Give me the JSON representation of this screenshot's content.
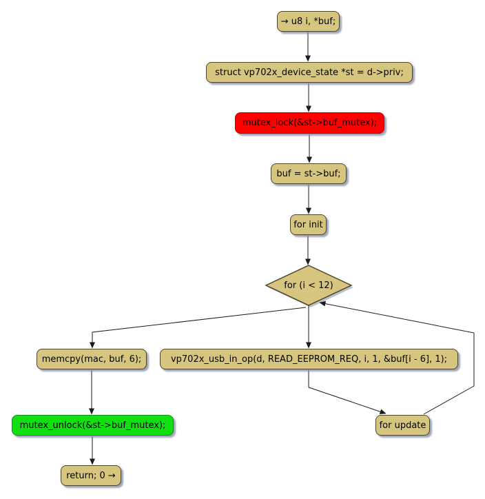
{
  "diagram": {
    "type": "flowchart",
    "background": "#ffffff",
    "colors": {
      "node_fill": "#d6c57e",
      "node_border": "#4d452a",
      "lock_node_fill": "#ff0000",
      "unlock_node_fill": "#12df12",
      "edge": "#1a1a1a",
      "text": "#000000",
      "shadow": "#7d87a2"
    },
    "nodes": {
      "start": {
        "label": "→ u8 i, *buf;",
        "shape": "rect",
        "fill": "#d6c57e"
      },
      "declare": {
        "label": "struct vp702x_device_state *st = d->priv;",
        "shape": "rect",
        "fill": "#d6c57e"
      },
      "mutex_lock": {
        "label": "mutex_lock(&st->buf_mutex);",
        "shape": "rect",
        "fill": "#ff0000"
      },
      "assign_buf": {
        "label": "buf = st->buf;",
        "shape": "rect",
        "fill": "#d6c57e"
      },
      "for_init": {
        "label": "for init",
        "shape": "rect",
        "fill": "#d6c57e"
      },
      "loop_condition": {
        "label": "for (i < 12)",
        "shape": "diamond",
        "fill": "#d6c57e"
      },
      "memcpy": {
        "label": "memcpy(mac, buf, 6);",
        "shape": "rect",
        "fill": "#d6c57e"
      },
      "usb_in_op": {
        "label": "vp702x_usb_in_op(d, READ_EEPROM_REQ, i, 1, &buf[i - 6], 1);",
        "shape": "rect",
        "fill": "#d6c57e"
      },
      "mutex_unlock": {
        "label": "mutex_unlock(&st->buf_mutex);",
        "shape": "rect",
        "fill": "#12df12"
      },
      "for_update": {
        "label": "for update",
        "shape": "rect",
        "fill": "#d6c57e"
      },
      "return": {
        "label": "return; 0 →",
        "shape": "rect",
        "fill": "#d6c57e"
      }
    },
    "edges": [
      {
        "from": "start",
        "to": "declare"
      },
      {
        "from": "declare",
        "to": "mutex_lock"
      },
      {
        "from": "mutex_lock",
        "to": "assign_buf"
      },
      {
        "from": "assign_buf",
        "to": "for_init"
      },
      {
        "from": "for_init",
        "to": "loop_condition"
      },
      {
        "from": "loop_condition",
        "to": "usb_in_op"
      },
      {
        "from": "loop_condition",
        "to": "memcpy"
      },
      {
        "from": "memcpy",
        "to": "mutex_unlock"
      },
      {
        "from": "mutex_unlock",
        "to": "return"
      },
      {
        "from": "usb_in_op",
        "to": "for_update"
      },
      {
        "from": "for_update",
        "to": "loop_condition"
      }
    ]
  }
}
